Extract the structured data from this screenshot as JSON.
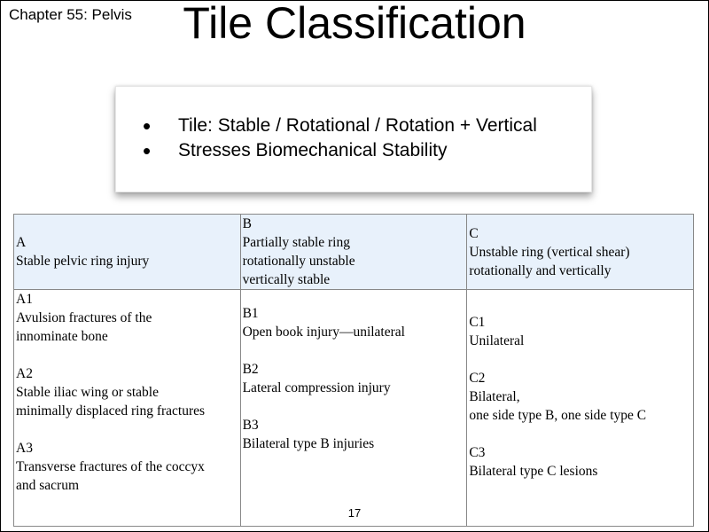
{
  "chapter": "Chapter 55: Pelvis",
  "title": "Tile Classification",
  "bullets": [
    "Tile: Stable / Rotational / Rotation + Vertical",
    "Stresses Biomechanical Stability"
  ],
  "table": {
    "headers": [
      {
        "code": "A",
        "lines": [
          "Stable pelvic ring injury"
        ]
      },
      {
        "code": "B",
        "lines": [
          "Partially stable ring",
          "rotationally unstable",
          "vertically stable"
        ]
      },
      {
        "code": "C",
        "lines": [
          "Unstable ring (vertical shear)",
          "rotationally and vertically"
        ]
      }
    ],
    "columns": [
      [
        {
          "code": "A1",
          "lines": [
            "Avulsion fractures of the",
            "innominate bone"
          ]
        },
        {
          "code": "A2",
          "lines": [
            "Stable iliac wing or stable",
            "minimally displaced ring fractures"
          ]
        },
        {
          "code": "A3",
          "lines": [
            "Transverse fractures of the coccyx",
            "and sacrum"
          ]
        }
      ],
      [
        {
          "code": "B1",
          "lines": [
            "Open book injury—unilateral"
          ]
        },
        {
          "code": "B2",
          "lines": [
            "Lateral compression injury"
          ]
        },
        {
          "code": "B3",
          "lines": [
            "Bilateral type B injuries"
          ]
        }
      ],
      [
        {
          "code": "C1",
          "lines": [
            "Unilateral"
          ]
        },
        {
          "code": "C2",
          "lines": [
            "Bilateral,",
            "one side type B, one side type C"
          ]
        },
        {
          "code": "C3",
          "lines": [
            "Bilateral type C lesions"
          ]
        }
      ]
    ]
  },
  "page_number": "17"
}
